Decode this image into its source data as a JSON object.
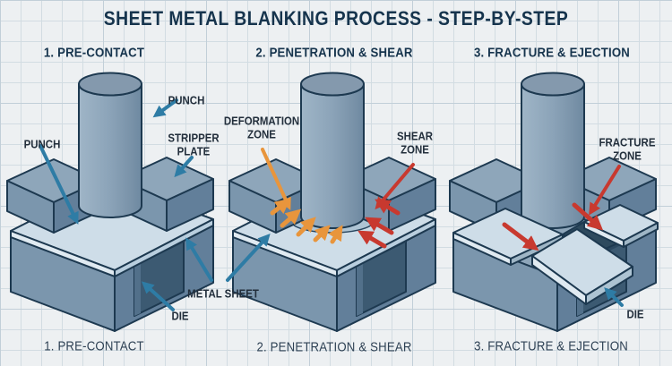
{
  "title": "SHEET METAL BLANKING PROCESS - STEP-BY-STEP",
  "panels": [
    {
      "heading": "1. PRE-CONTACT",
      "caption": "1. PRE-CONTACT"
    },
    {
      "heading": "2. PENETRATION & SHEAR",
      "caption": "2. PENETRATION & SHEAR"
    },
    {
      "heading": "3. FRACTURE & EJECTION",
      "caption": "3. FRACTURE & EJECTION"
    }
  ],
  "labels": {
    "punch_left": "PUNCH",
    "punch_right": "PUNCH",
    "stripper_line1": "STRIPPER",
    "stripper_line2": "PLATE",
    "metal_sheet": "METAL SHEET",
    "die_1": "DIE",
    "deformation_line1": "DEFORMATION",
    "deformation_line2": "ZONE",
    "shear_line1": "SHEAR",
    "shear_line2": "ZONE",
    "fracture_line1": "FRACTURE",
    "fracture_line2": "ZONE",
    "die_3": "DIE"
  },
  "colors": {
    "background": "#edf0f2",
    "grid_line": "#d2dce2",
    "grid_major": "#c2cfd8",
    "outline": "#1d3950",
    "title_text": "#16344d",
    "caption_text": "#2e4154",
    "label_text": "#232f3c",
    "blue_arrow": "#2e7ca5",
    "orange_arrow": "#e8953c",
    "red_arrow": "#c8392f",
    "steel_top": "#8ea6ba",
    "steel_light_face": "#7b96ad",
    "steel_dark_face": "#627f9a",
    "sheet_top": "#cedde8",
    "opening_dark": "#3c5a72"
  }
}
